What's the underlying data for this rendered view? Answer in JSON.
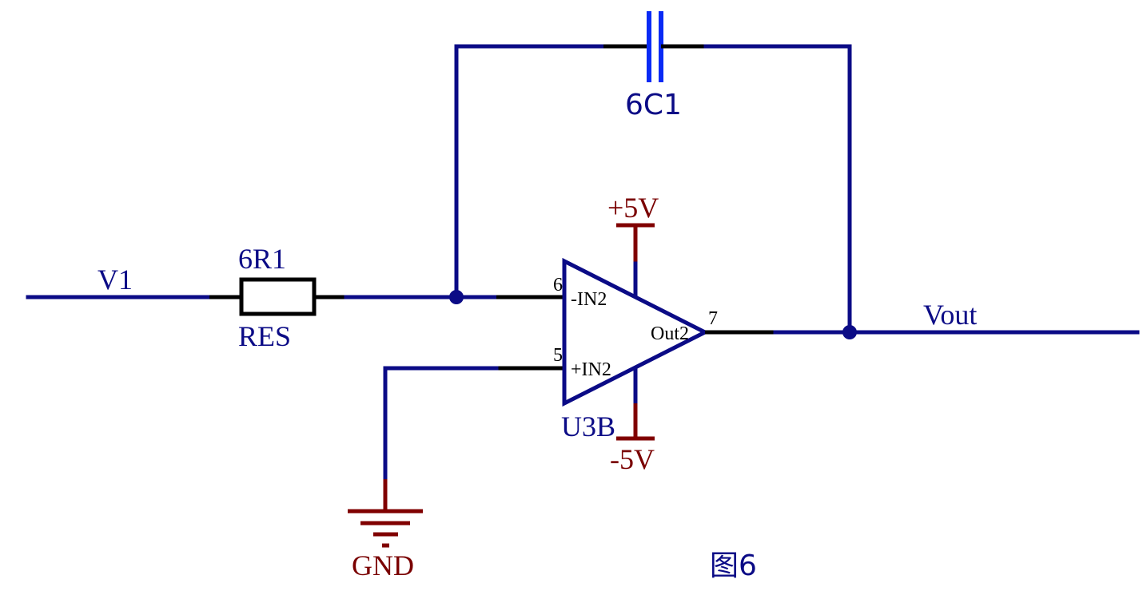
{
  "components": {
    "resistor": {
      "designator": "6R1",
      "value": "RES"
    },
    "capacitor": {
      "designator": "6C1"
    },
    "opamp": {
      "designator": "U3B",
      "pin_inv_number": "6",
      "pin_inv_name": "-IN2",
      "pin_noninv_number": "5",
      "pin_noninv_name": "+IN2",
      "pin_out_number": "7",
      "pin_out_name": "Out2"
    }
  },
  "nets": {
    "input": "V1",
    "output": "Vout",
    "positive_supply": "+5V",
    "negative_supply": "-5V",
    "ground": "GND"
  },
  "caption": "图6",
  "colors": {
    "wire": "#0b0b86",
    "pin": "#000000",
    "power": "#800000",
    "capacitor": "#0a2af5"
  }
}
